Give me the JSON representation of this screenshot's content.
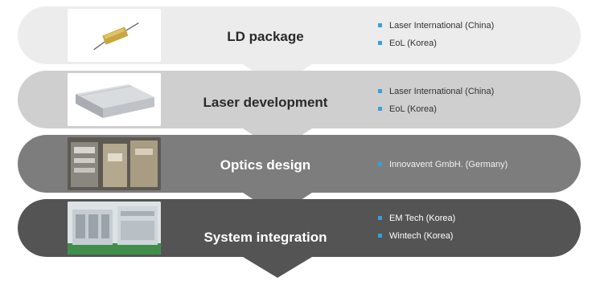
{
  "stages": [
    {
      "title": "LD package",
      "partners": [
        "Laser International (China)",
        "EoL (Korea)"
      ]
    },
    {
      "title": "Laser development",
      "partners": [
        "Laser International (China)",
        "EoL (Korea)"
      ]
    },
    {
      "title": "Optics design",
      "partners": [
        "Innovavent GmbH. (Germany)"
      ]
    },
    {
      "title": "System integration",
      "partners": [
        "EM Tech (Korea)",
        "Wintech (Korea)"
      ]
    }
  ],
  "colors": {
    "stage_1": "#ececec",
    "stage_2": "#cfcfcf",
    "stage_3": "#7d7d7d",
    "stage_4": "#545454",
    "bullet": "#3aa0d8"
  }
}
